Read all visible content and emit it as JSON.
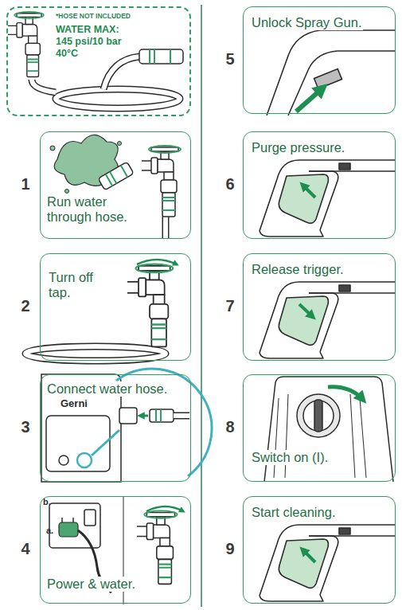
{
  "diagram": {
    "nodes": [
      {
        "text": [
          "*HOSE NOT INCLUDED",
          "WATER MAX: 145 psi/10 bar 40°C"
        ]
      },
      {
        "text": [
          "1",
          "Run water through hose."
        ]
      },
      {
        "text": [
          "2",
          "Turn off tap."
        ]
      },
      {
        "text": [
          "3",
          "Connect water hose."
        ]
      },
      {
        "text": [
          "4",
          "Power & water."
        ]
      },
      {
        "text": [
          "5",
          "Unlock Spray Gun."
        ]
      },
      {
        "text": [
          "6",
          "Purge pressure."
        ]
      },
      {
        "text": [
          "7",
          "Release trigger."
        ]
      },
      {
        "text": [
          "8",
          "Switch on (I)."
        ]
      },
      {
        "text": [
          "9",
          "Start cleaning."
        ]
      }
    ],
    "labels": [
      "Gerni",
      "b.",
      "a."
    ]
  }
}
